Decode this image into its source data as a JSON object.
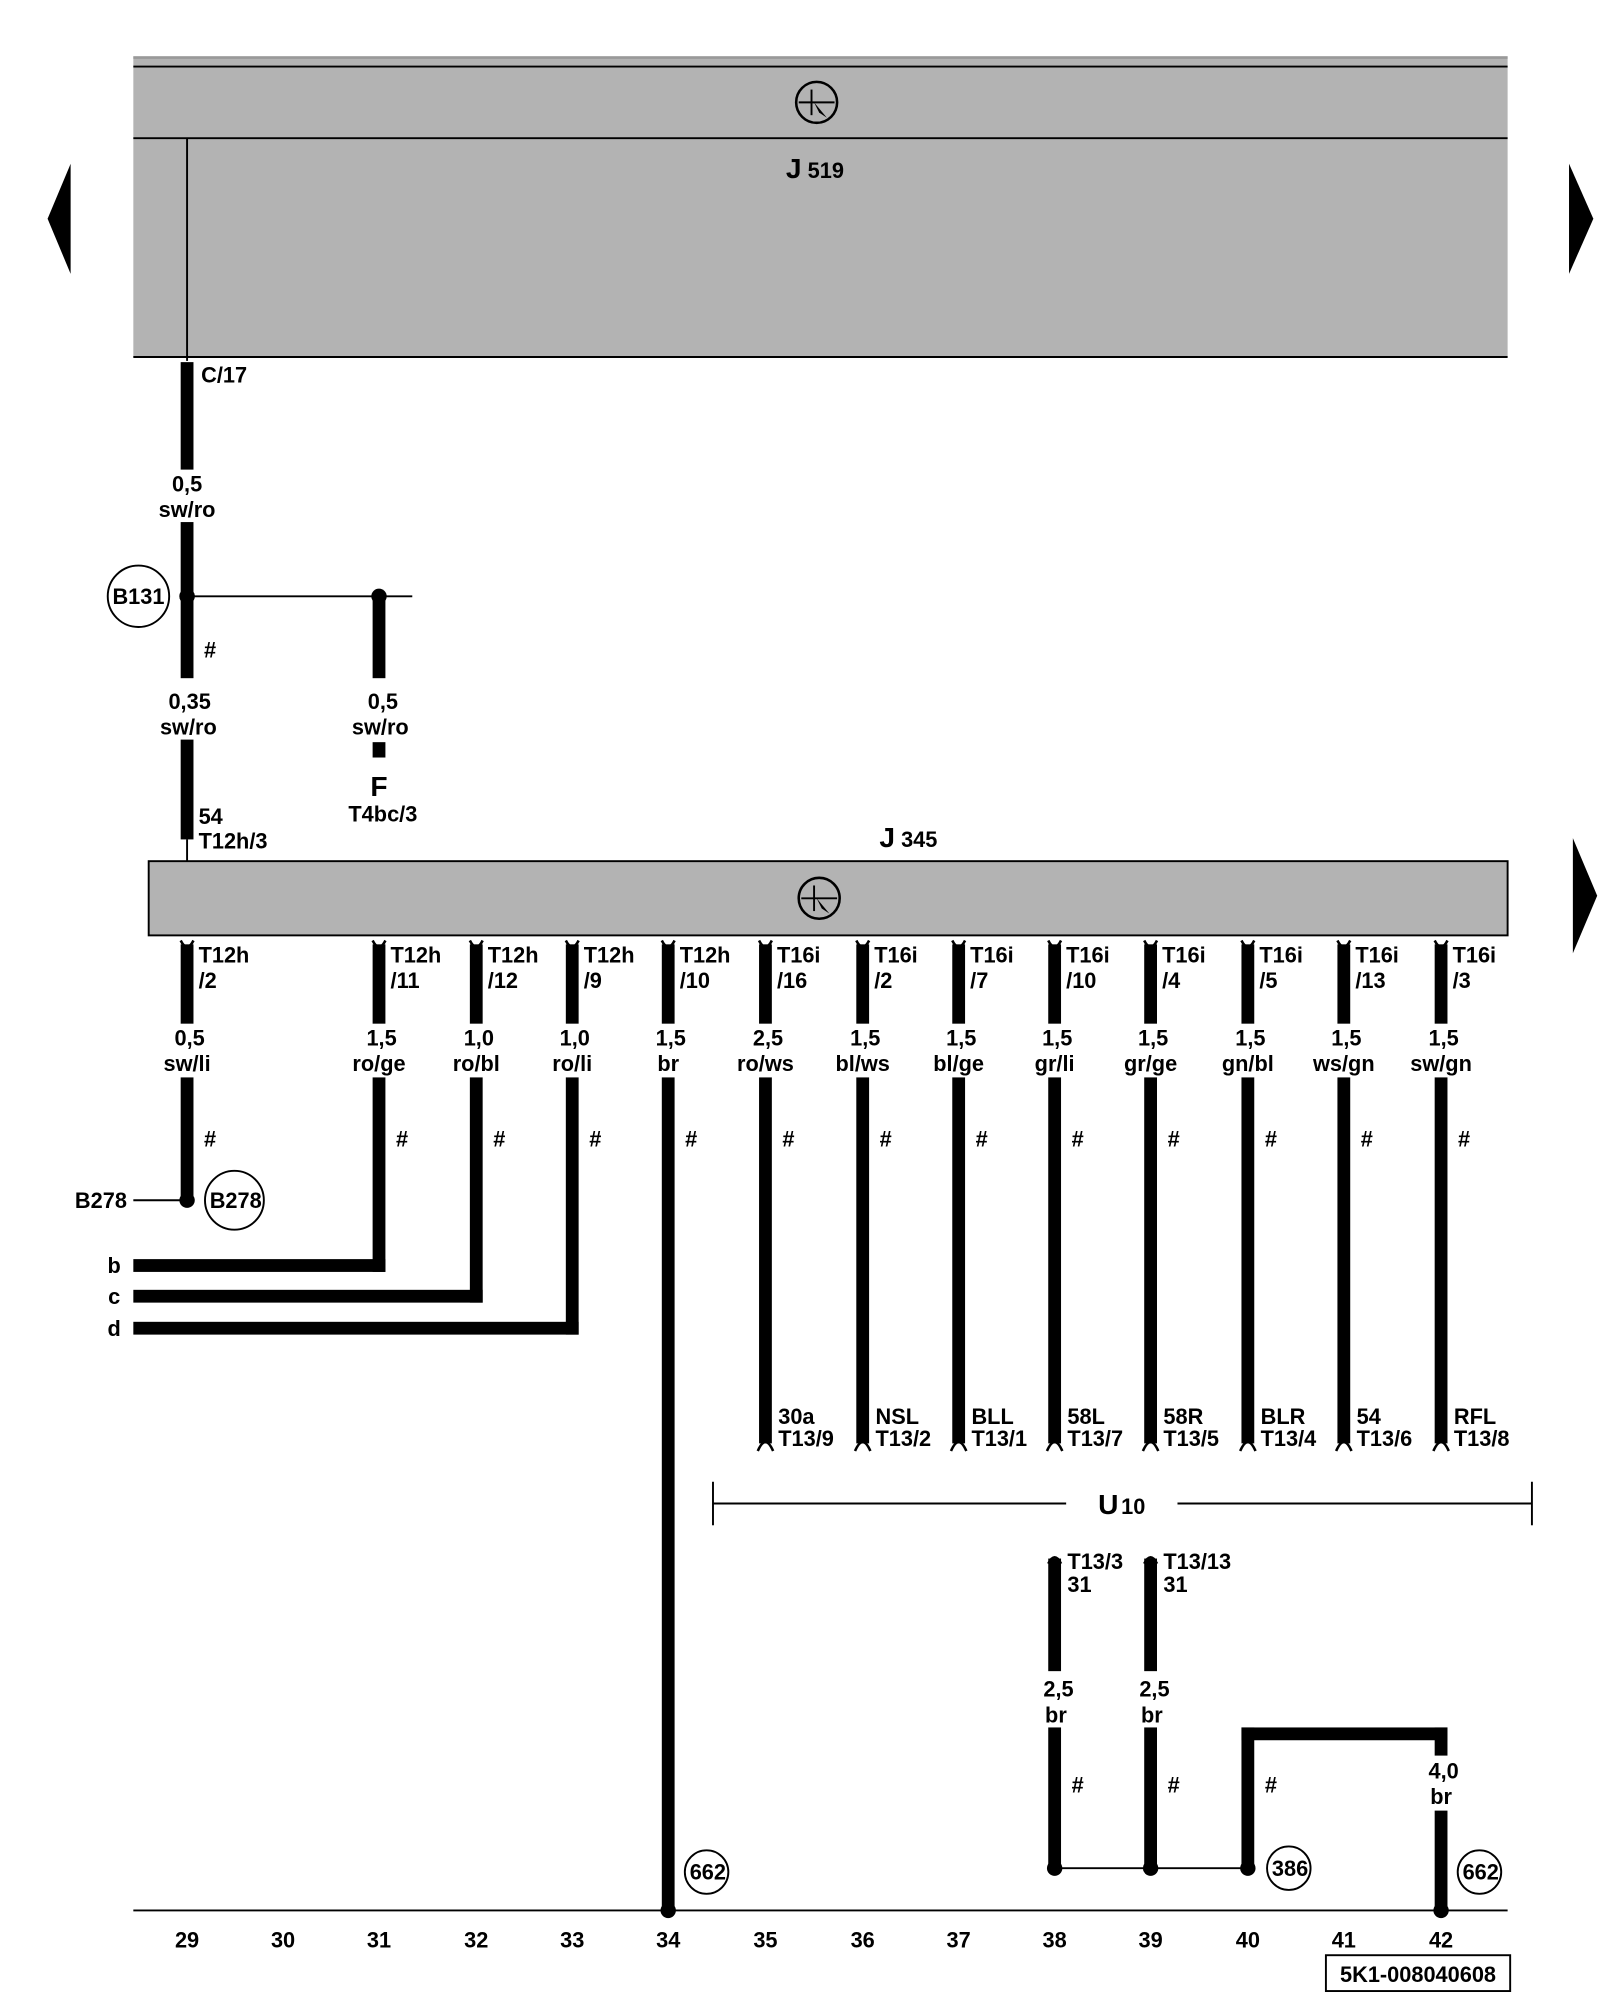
{
  "colors": {
    "component_fill": "#b3b3b3",
    "wire": "#000000",
    "background": "#ffffff"
  },
  "nav": {
    "prev_icon": "triangle-left",
    "next_icon": "triangle-right"
  },
  "components": {
    "j519": {
      "letter": "J",
      "sub": "519",
      "icon": "control-unit-symbol"
    },
    "j345": {
      "letter": "J",
      "sub": "345",
      "icon": "control-unit-symbol"
    },
    "u10": {
      "letter": "U",
      "sub": "10"
    }
  },
  "top": {
    "pin_c17": "C/17",
    "w1": {
      "size": "0,5",
      "color": "sw/ro"
    },
    "splice_b131": "B131",
    "hash": "#",
    "w2": {
      "size": "0,35",
      "color": "sw/ro"
    },
    "w3": {
      "size": "0,5",
      "color": "sw/ro"
    },
    "f_label": "F",
    "f_pin": "T4bc/3",
    "j345_pin_a": "54",
    "j345_pin_b": "T12h/3"
  },
  "columns": [
    {
      "conn": "T12h",
      "pin": "/2",
      "size": "0,5",
      "color": "sw/li"
    },
    {
      "conn": "T12h",
      "pin": "/11",
      "size": "1,5",
      "color": "ro/ge"
    },
    {
      "conn": "T12h",
      "pin": "/12",
      "size": "1,0",
      "color": "ro/bl"
    },
    {
      "conn": "T12h",
      "pin": "/9",
      "size": "1,0",
      "color": "ro/li"
    },
    {
      "conn": "T12h",
      "pin": "/10",
      "size": "1,5",
      "color": "br"
    },
    {
      "conn": "T16i",
      "pin": "/16",
      "size": "2,5",
      "color": "ro/ws",
      "end_a": "30a",
      "end_b": "T13/9"
    },
    {
      "conn": "T16i",
      "pin": "/2",
      "size": "1,5",
      "color": "bl/ws",
      "end_a": "NSL",
      "end_b": "T13/2"
    },
    {
      "conn": "T16i",
      "pin": "/7",
      "size": "1,5",
      "color": "bl/ge",
      "end_a": "BLL",
      "end_b": "T13/1"
    },
    {
      "conn": "T16i",
      "pin": "/10",
      "size": "1,5",
      "color": "gr/li",
      "end_a": "58L",
      "end_b": "T13/7"
    },
    {
      "conn": "T16i",
      "pin": "/4",
      "size": "1,5",
      "color": "gr/ge",
      "end_a": "58R",
      "end_b": "T13/5"
    },
    {
      "conn": "T16i",
      "pin": "/5",
      "size": "1,5",
      "color": "gn/bl",
      "end_a": "BLR",
      "end_b": "T13/4"
    },
    {
      "conn": "T16i",
      "pin": "/13",
      "size": "1,5",
      "color": "ws/gn",
      "end_a": "54",
      "end_b": "T13/6"
    },
    {
      "conn": "T16i",
      "pin": "/3",
      "size": "1,5",
      "color": "sw/gn",
      "end_a": "RFL",
      "end_b": "T13/8"
    }
  ],
  "left": {
    "b278_label": "B278",
    "b278_splice": "B278",
    "b": "b",
    "c": "c",
    "d": "d"
  },
  "ground": {
    "g1": {
      "pin": "T13/3",
      "term": "31",
      "size": "2,5",
      "color": "br"
    },
    "g2": {
      "pin": "T13/13",
      "term": "31",
      "size": "2,5",
      "color": "br"
    },
    "g3": {
      "size": "4,0",
      "color": "br"
    },
    "p662a": "662",
    "p386": "386",
    "p662b": "662"
  },
  "track_numbers": [
    "29",
    "30",
    "31",
    "32",
    "33",
    "34",
    "35",
    "36",
    "37",
    "38",
    "39",
    "40",
    "41",
    "42"
  ],
  "reference": "5K1-008040608"
}
